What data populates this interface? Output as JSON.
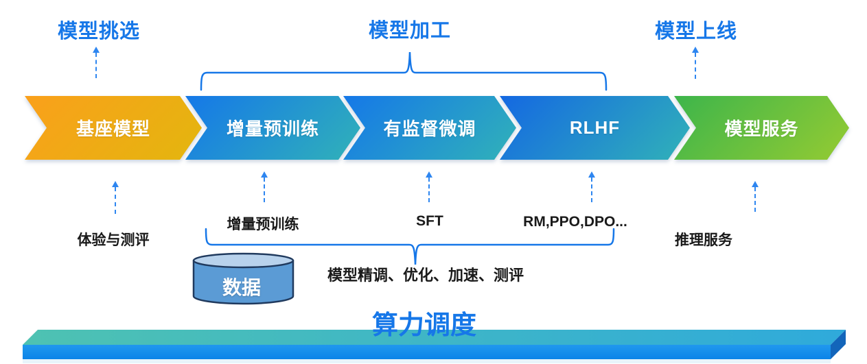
{
  "phases": {
    "selection": "模型挑选",
    "processing": "模型加工",
    "deployment": "模型上线"
  },
  "pipeline": [
    {
      "label": "基座模型",
      "color_from": "#FAA01B",
      "color_to": "#E3B60E"
    },
    {
      "label": "增量预训练",
      "color_from": "#1578E8",
      "color_to": "#31B2B8"
    },
    {
      "label": "有监督微调",
      "color_from": "#1578E8",
      "color_to": "#31B2B8"
    },
    {
      "label": "RLHF",
      "color_from": "#1468E2",
      "color_to": "#31B2B8"
    },
    {
      "label": "模型服务",
      "color_from": "#3DB54B",
      "color_to": "#95CB32"
    }
  ],
  "annotations": [
    {
      "label": "体验与测评"
    },
    {
      "label": "增量预训练"
    },
    {
      "label": "SFT"
    },
    {
      "label": "RM,PPO,DPO..."
    },
    {
      "label": "推理服务"
    }
  ],
  "data_store": {
    "label": "数据"
  },
  "processing_note": "模型精调、优化、加速、测评",
  "compute": {
    "label": "算力调度"
  },
  "colors": {
    "accent_blue": "#1677E8",
    "arrow_blue": "#2E86F0",
    "text_black": "#1A1A1A",
    "cylinder_body": "#5B9BD5",
    "cylinder_top": "#B8D2EC",
    "cylinder_outline": "#203A5E",
    "platform_top_from": "#4EC2B2",
    "platform_top_to": "#2FAADB",
    "platform_front_from": "#2198EE",
    "platform_front_to": "#0C84E8",
    "platform_side": "#1365BA"
  }
}
